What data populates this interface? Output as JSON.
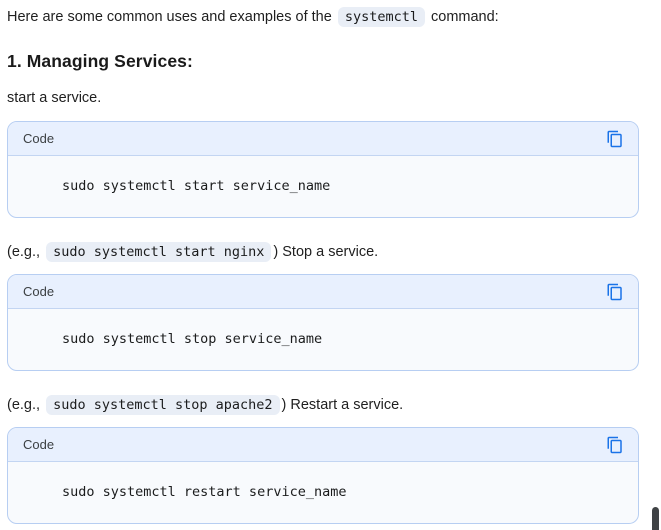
{
  "intro": {
    "prefix": "Here are some common uses and examples of the ",
    "inline_code": "systemctl",
    "suffix": " command:"
  },
  "heading": "1. Managing Services:",
  "blocks": [
    {
      "lead": "start a service.",
      "header_label": "Code",
      "code": "sudo systemctl start service_name"
    },
    {
      "lead_prefix": "(e.g., ",
      "lead_code": "sudo systemctl start nginx",
      "lead_suffix": ") Stop a service.",
      "header_label": "Code",
      "code": "sudo systemctl stop service_name"
    },
    {
      "lead_prefix": "(e.g., ",
      "lead_code": "sudo systemctl stop apache2",
      "lead_suffix": ") Restart a service.",
      "header_label": "Code",
      "code": "sudo systemctl restart service_name"
    }
  ],
  "icons": {
    "copy": "copy-icon"
  },
  "colors": {
    "accent_blue": "#1a73e8",
    "code_header_bg": "#e8f0fe",
    "code_body_bg": "#f8fafd",
    "code_border": "#b7cef2",
    "inline_code_bg": "#e9eef6",
    "text": "#1f1f1f"
  }
}
